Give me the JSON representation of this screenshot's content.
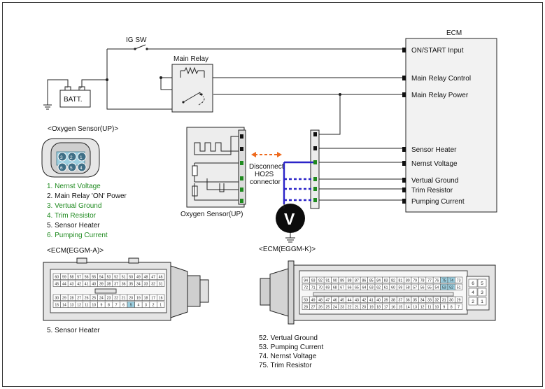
{
  "ecm": {
    "title": "ECM",
    "pins": [
      "ON/START Input",
      "Main Relay Control",
      "Main Relay Power",
      "Sensor Heater",
      "Nernst Voltage",
      "Vertual Ground",
      "Trim Resistor",
      "Pumping Current"
    ]
  },
  "power": {
    "ig_sw": "IG SW",
    "main_relay": "Main Relay",
    "battery": "BATT."
  },
  "sensor": {
    "connector_title": "<Oxygen Sensor(UP)>",
    "connector_pins_top": [
      "3",
      "2",
      "1"
    ],
    "connector_pins_bottom": [
      "6",
      "5",
      "4"
    ],
    "legend": [
      {
        "text": "1. Nernst Voltage",
        "color": "#1f8a1f"
      },
      {
        "text": "2. Main Relay 'ON' Power",
        "color": "#111111"
      },
      {
        "text": "3. Vertual Ground",
        "color": "#1f8a1f"
      },
      {
        "text": "4. Trim Resistor",
        "color": "#1f8a1f"
      },
      {
        "text": "5. Sensor Heater",
        "color": "#111111"
      },
      {
        "text": "6. Pumping Current",
        "color": "#1f8a1f"
      }
    ],
    "component_label": "Oxygen Sensor(UP)",
    "disconnect_lines": [
      "Disconnect",
      "HO2S",
      "connector"
    ],
    "meter_symbol": "V"
  },
  "ecm_a": {
    "title": "<ECM(EGGM-A)>",
    "rows": [
      [
        "60",
        "59",
        "58",
        "57",
        "56",
        "55",
        "54",
        "53",
        "52",
        "51",
        "50",
        "49",
        "48",
        "47",
        "46"
      ],
      [
        "45",
        "44",
        "43",
        "42",
        "41",
        "40",
        "39",
        "38",
        "37",
        "36",
        "35",
        "34",
        "33",
        "32",
        "31"
      ],
      [
        "30",
        "29",
        "28",
        "27",
        "26",
        "25",
        "24",
        "23",
        "22",
        "21",
        "20",
        "19",
        "18",
        "17",
        "16"
      ],
      [
        "15",
        "14",
        "13",
        "12",
        "11",
        "10",
        "9",
        "8",
        "7",
        "6",
        "5",
        "4",
        "3",
        "2",
        "1"
      ]
    ],
    "highlight": [
      "5"
    ],
    "note": "5. Sensor Heater"
  },
  "ecm_k": {
    "title": "<ECM(EGGM-K)>",
    "rows": [
      [
        "94",
        "93",
        "92",
        "91",
        "90",
        "89",
        "88",
        "87",
        "86",
        "85",
        "84",
        "83",
        "82",
        "81",
        "80",
        "79",
        "78",
        "77",
        "76",
        "75",
        "74",
        "73"
      ],
      [
        "72",
        "71",
        "70",
        "69",
        "68",
        "67",
        "66",
        "65",
        "64",
        "63",
        "62",
        "61",
        "60",
        "59",
        "58",
        "57",
        "56",
        "55",
        "54",
        "53",
        "52",
        "51"
      ],
      [
        "50",
        "49",
        "48",
        "47",
        "46",
        "45",
        "44",
        "43",
        "42",
        "41",
        "40",
        "39",
        "38",
        "37",
        "36",
        "35",
        "34",
        "33",
        "32",
        "31",
        "30",
        "29"
      ],
      [
        "28",
        "27",
        "26",
        "25",
        "24",
        "23",
        "22",
        "21",
        "20",
        "19",
        "18",
        "17",
        "16",
        "15",
        "14",
        "13",
        "12",
        "11",
        "10",
        "9",
        "8",
        "7"
      ]
    ],
    "side_pins": [
      [
        "6",
        "5"
      ],
      [
        "4",
        "3"
      ],
      [
        "2",
        "1"
      ]
    ],
    "highlight": [
      "75",
      "74",
      "53",
      "52"
    ],
    "notes": [
      "52. Vertual Ground",
      "53. Pumping Current",
      "74. Nernst Voltage",
      "75. Trim Resistor"
    ]
  },
  "colors": {
    "wire_highlight": "#2b24c8",
    "pin_green": "#1f8a1f",
    "arrow_orange": "#ee6a1e",
    "pin_highlight": "#9ccfe0"
  }
}
